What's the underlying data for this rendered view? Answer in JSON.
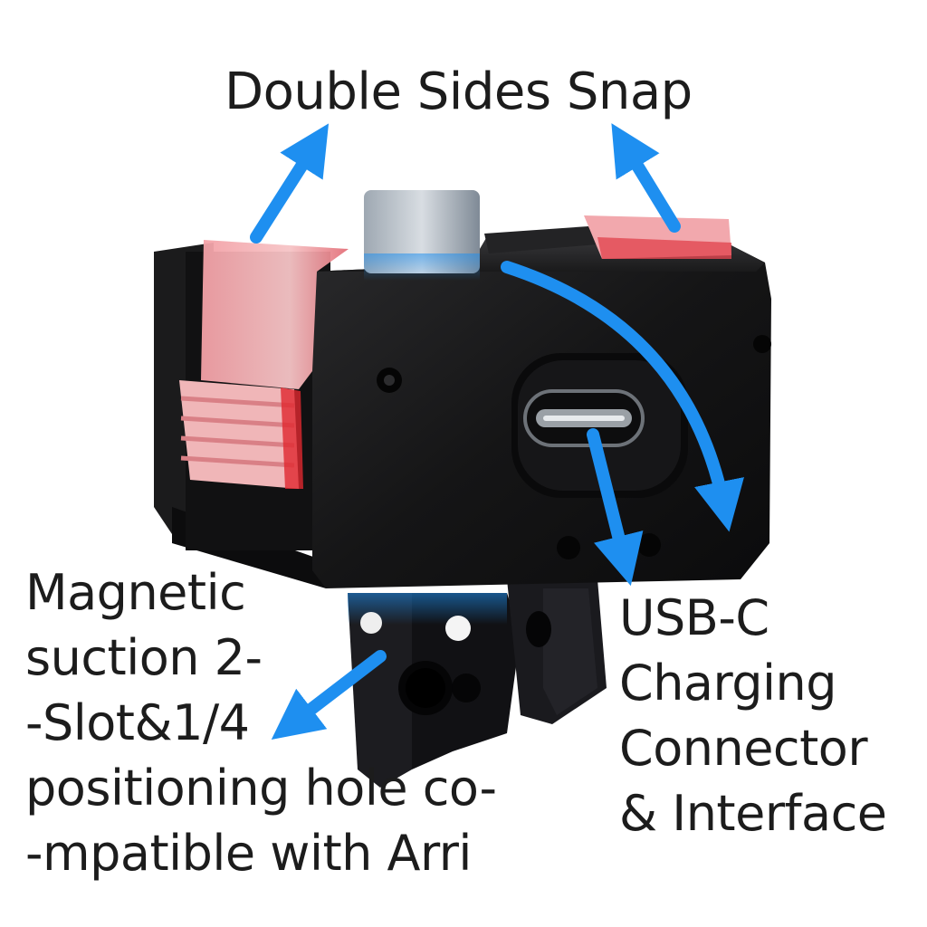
{
  "labels": {
    "top": "Double Sides Snap",
    "magnetic": [
      "Magnetic",
      "suction 2-",
      "-Slot&1/4",
      "positioning hole co-",
      "-mpatible with Arri"
    ],
    "usb": [
      "USB-C",
      "Charging",
      "Connector",
      "& Interface"
    ]
  },
  "colors": {
    "background": "#ffffff",
    "text": "#1c1c1c",
    "device_body": "#141414",
    "snap_highlight": "#e8888e",
    "arrow": "#1e8ff0"
  },
  "icons": [
    "product-photo",
    "arrow-icon"
  ]
}
